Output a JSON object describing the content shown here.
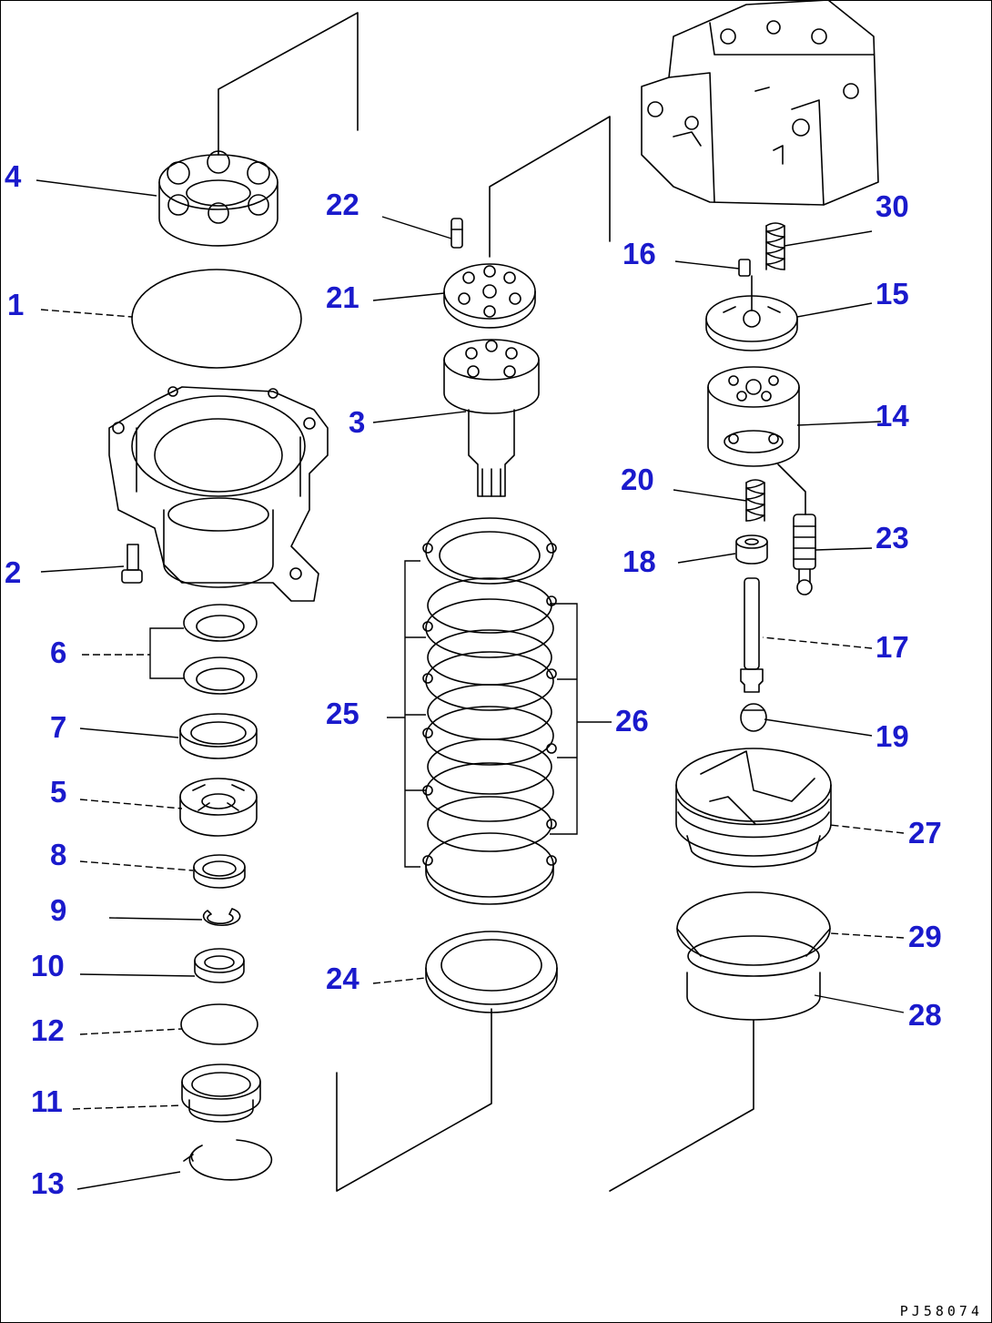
{
  "diagram": {
    "drawing_code": "PJ58074",
    "callouts": {
      "c1": "1",
      "c2": "2",
      "c3": "3",
      "c4": "4",
      "c5": "5",
      "c6": "6",
      "c7": "7",
      "c8": "8",
      "c9": "9",
      "c10": "10",
      "c11": "11",
      "c12": "12",
      "c13": "13",
      "c14": "14",
      "c15": "15",
      "c16": "16",
      "c17": "17",
      "c18": "18",
      "c19": "19",
      "c20": "20",
      "c21": "21",
      "c22": "22",
      "c23": "23",
      "c24": "24",
      "c25": "25",
      "c26": "26",
      "c27": "27",
      "c28": "28",
      "c29": "29",
      "c30": "30"
    },
    "callout_color": "#1a1acc"
  }
}
